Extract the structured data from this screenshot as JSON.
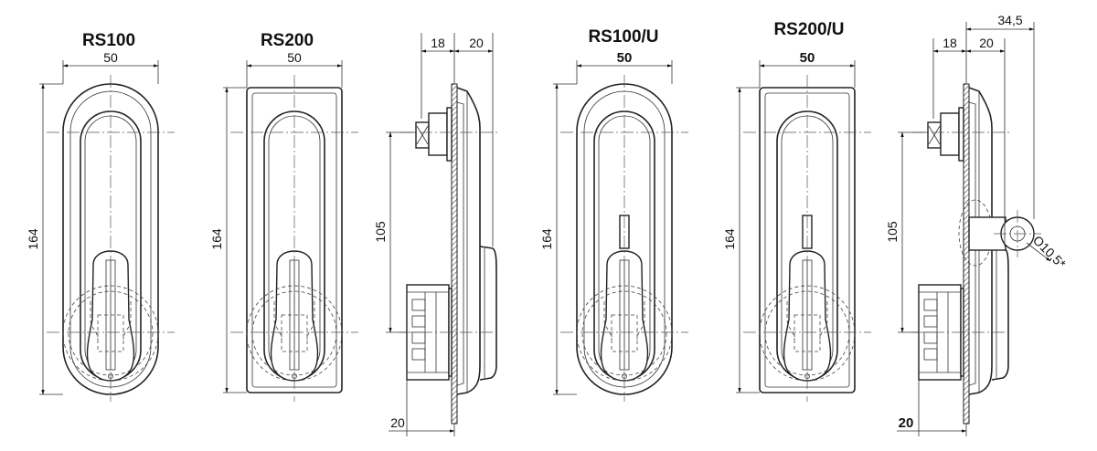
{
  "views": [
    {
      "title": "RS100",
      "width_label": "50",
      "height_label": "164"
    },
    {
      "title": "RS200",
      "width_label": "50",
      "height_label": "164"
    },
    {
      "title": "",
      "dims": {
        "a": "18",
        "b": "20",
        "v": "105",
        "bottom": "20"
      }
    },
    {
      "title": "RS100/U",
      "width_label": "50",
      "height_label": "164"
    },
    {
      "title": "RS200/U",
      "width_label": "50",
      "height_label": "164"
    },
    {
      "title": "",
      "dims": {
        "top": "34,5",
        "a": "18",
        "b": "20",
        "v": "105",
        "bottom": "20",
        "hole": "O10,5*"
      }
    }
  ]
}
